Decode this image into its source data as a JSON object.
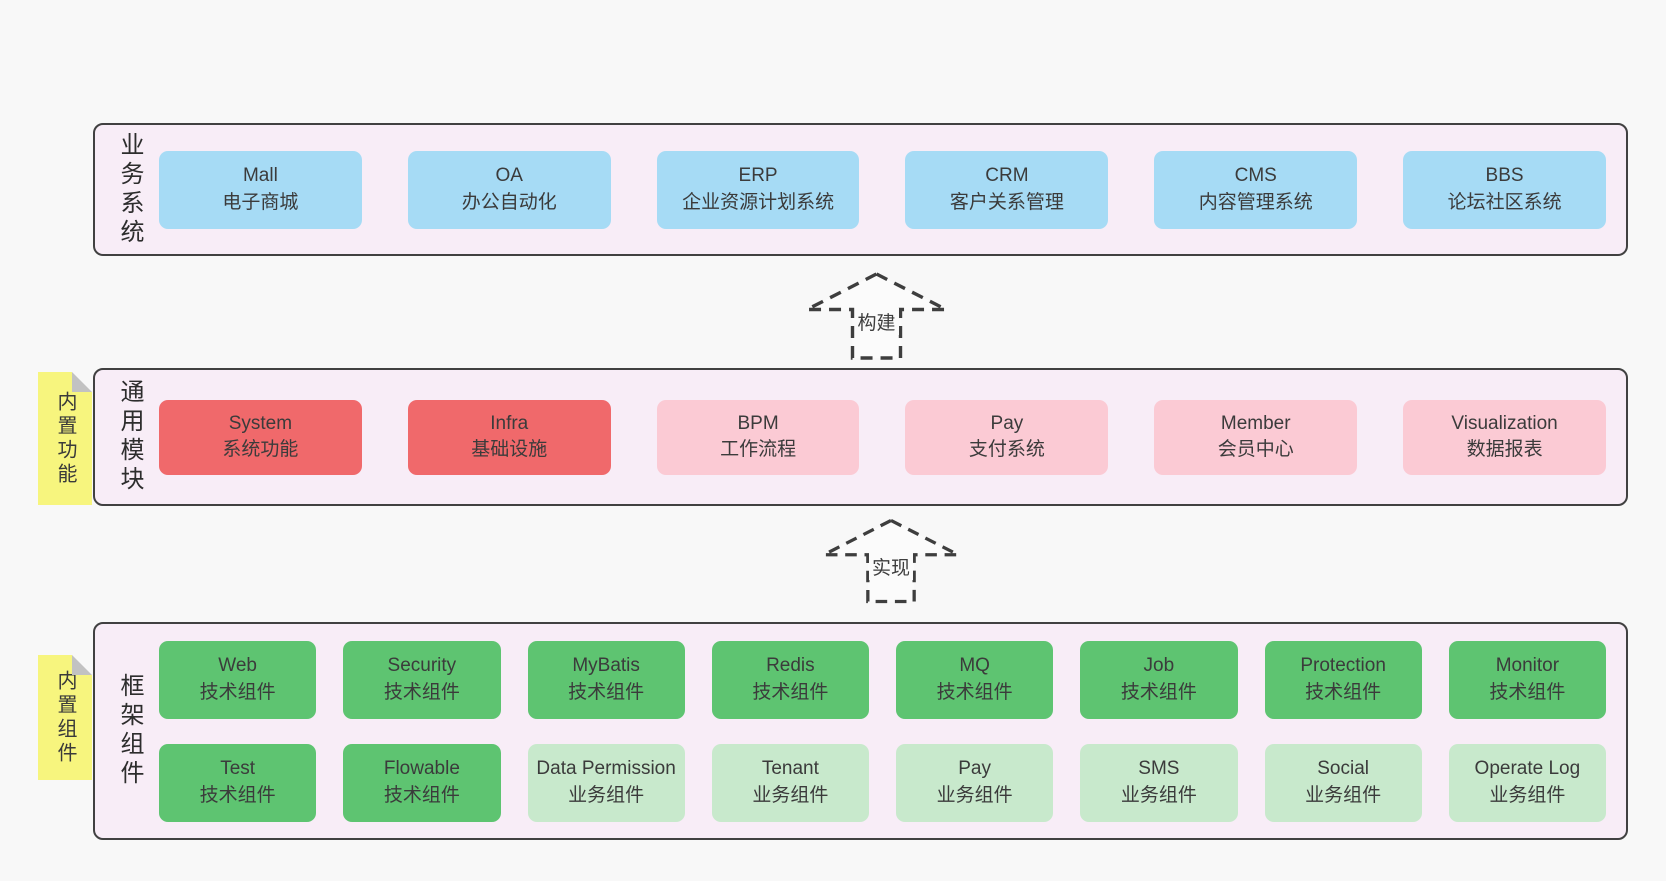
{
  "colors": {
    "page_bg": "#f8f8f8",
    "layer_fill": "#f8edf7",
    "layer_border": "#414141",
    "blue": "#a6dbf5",
    "red": "#f0696b",
    "pink": "#fbcad4",
    "green": "#5ec471",
    "light_green": "#c8e9cc",
    "yellow": "#f7f57e",
    "fold_gray": "#c2c2c2",
    "text": "#3b3b3b",
    "arrow_stroke": "#3e3e3e"
  },
  "layers": [
    {
      "label": "业务系统",
      "boxes": [
        {
          "name": "Mall",
          "desc": "电子商城",
          "tone": "blue"
        },
        {
          "name": "OA",
          "desc": "办公自动化",
          "tone": "blue"
        },
        {
          "name": "ERP",
          "desc": "企业资源计划系统",
          "tone": "blue"
        },
        {
          "name": "CRM",
          "desc": "客户关系管理",
          "tone": "blue"
        },
        {
          "name": "CMS",
          "desc": "内容管理系统",
          "tone": "blue"
        },
        {
          "name": "BBS",
          "desc": "论坛社区系统",
          "tone": "blue"
        }
      ]
    },
    {
      "label": "通用模块",
      "sticky": "内置功能",
      "boxes": [
        {
          "name": "System",
          "desc": "系统功能",
          "tone": "red"
        },
        {
          "name": "Infra",
          "desc": "基础设施",
          "tone": "red"
        },
        {
          "name": "BPM",
          "desc": "工作流程",
          "tone": "pink"
        },
        {
          "name": "Pay",
          "desc": "支付系统",
          "tone": "pink"
        },
        {
          "name": "Member",
          "desc": "会员中心",
          "tone": "pink"
        },
        {
          "name": "Visualization",
          "desc": "数据报表",
          "tone": "pink"
        }
      ]
    },
    {
      "label": "框架组件",
      "sticky": "内置组件",
      "rows": [
        [
          {
            "name": "Web",
            "desc": "技术组件",
            "tone": "green"
          },
          {
            "name": "Security",
            "desc": "技术组件",
            "tone": "green"
          },
          {
            "name": "MyBatis",
            "desc": "技术组件",
            "tone": "green"
          },
          {
            "name": "Redis",
            "desc": "技术组件",
            "tone": "green"
          },
          {
            "name": "MQ",
            "desc": "技术组件",
            "tone": "green"
          },
          {
            "name": "Job",
            "desc": "技术组件",
            "tone": "green"
          },
          {
            "name": "Protection",
            "desc": "技术组件",
            "tone": "green"
          },
          {
            "name": "Monitor",
            "desc": "技术组件",
            "tone": "green"
          }
        ],
        [
          {
            "name": "Test",
            "desc": "技术组件",
            "tone": "green"
          },
          {
            "name": "Flowable",
            "desc": "技术组件",
            "tone": "green"
          },
          {
            "name": "Data Permission",
            "desc": "业务组件",
            "tone": "light_green"
          },
          {
            "name": "Tenant",
            "desc": "业务组件",
            "tone": "light_green"
          },
          {
            "name": "Pay",
            "desc": "业务组件",
            "tone": "light_green"
          },
          {
            "name": "SMS",
            "desc": "业务组件",
            "tone": "light_green"
          },
          {
            "name": "Social",
            "desc": "业务组件",
            "tone": "light_green"
          },
          {
            "name": "Operate Log",
            "desc": "业务组件",
            "tone": "light_green"
          }
        ]
      ]
    }
  ],
  "arrows": [
    {
      "label": "构建"
    },
    {
      "label": "实现"
    }
  ]
}
